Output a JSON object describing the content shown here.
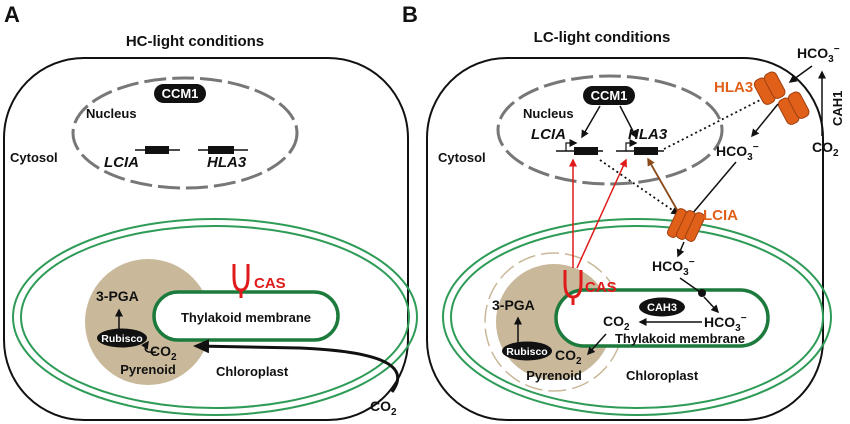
{
  "colors": {
    "dark": "#111111",
    "membrane_green": "#2e9b57",
    "thylakoid_green": "#1c7a3c",
    "pyrenoid_tan": "#c9b99a",
    "red": "#e01a1a",
    "orange": "#e0601a",
    "brown": "#8b4a1a",
    "nucleus_gray": "#777777"
  },
  "panel_a": {
    "letter": "A",
    "title": "HC-light conditions",
    "ccm1": "CCM1",
    "nucleus": "Nucleus",
    "cytosol": "Cytosol",
    "gene_lcia": "LCIA",
    "gene_hla3": "HLA3",
    "cas": "CAS",
    "pga": "3-PGA",
    "rubisco": "Rubisco",
    "co2_main": "CO",
    "co2_main_sub": "2",
    "pyrenoid": "Pyrenoid",
    "thylakoid": "Thylakoid membrane",
    "chloroplast": "Chloroplast",
    "co2_ext": "CO",
    "co2_ext_sub": "2"
  },
  "panel_b": {
    "letter": "B",
    "title": "LC-light conditions",
    "ccm1": "CCM1",
    "nucleus": "Nucleus",
    "cytosol": "Cytosol",
    "gene_lcia": "LCIA",
    "gene_hla3": "HLA3",
    "hla3_label": "HLA3",
    "lcia_label": "LCIA",
    "cah1": "CAH1",
    "hco3_ext": "HCO",
    "hco3_ext_sub": "3",
    "hco3_ext_sup": "−",
    "co2_ext": "CO",
    "co2_ext_sub": "2",
    "hco3_cyt": "HCO",
    "hco3_cyt_sub": "3",
    "hco3_cyt_sup": "−",
    "hco3_stroma": "HCO",
    "hco3_stroma_sub": "3",
    "hco3_stroma_sup": "−",
    "cah3": "CAH3",
    "co2_lumen": "CO",
    "co2_lumen_sub": "2",
    "hco3_lumen": "HCO",
    "hco3_lumen_sub": "3",
    "hco3_lumen_sup": "−",
    "cas": "CAS",
    "pga": "3-PGA",
    "rubisco": "Rubisco",
    "co2_rub": "CO",
    "co2_rub_sub": "2",
    "pyrenoid": "Pyrenoid",
    "thylakoid": "Thylakoid membrane",
    "chloroplast": "Chloroplast"
  }
}
